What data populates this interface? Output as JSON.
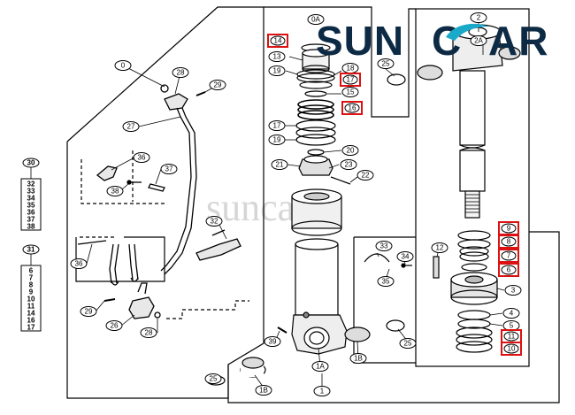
{
  "brand": {
    "logo_text_1": "SUN",
    "logo_text_2": "C",
    "logo_text_3": "AR",
    "watermark": "suncar",
    "logo_color": "#0d2a45",
    "accent_color": "#1aa9c9"
  },
  "legend_groups": [
    {
      "id": "30",
      "items": [
        "32",
        "33",
        "34",
        "35",
        "36",
        "37",
        "38"
      ]
    },
    {
      "id": "31",
      "items": [
        "6",
        "7",
        "8",
        "9",
        "10",
        "11",
        "14",
        "16",
        "17"
      ]
    }
  ],
  "callouts": [
    {
      "label": "0"
    },
    {
      "label": "28"
    },
    {
      "label": "29"
    },
    {
      "label": "27"
    },
    {
      "label": "36"
    },
    {
      "label": "37"
    },
    {
      "label": "38"
    },
    {
      "label": "32"
    },
    {
      "label": "36"
    },
    {
      "label": "29"
    },
    {
      "label": "26"
    },
    {
      "label": "28"
    },
    {
      "label": "0A"
    },
    {
      "label": "13"
    },
    {
      "label": "19"
    },
    {
      "label": "18"
    },
    {
      "label": "15"
    },
    {
      "label": "17"
    },
    {
      "label": "19"
    },
    {
      "label": "20"
    },
    {
      "label": "21"
    },
    {
      "label": "23"
    },
    {
      "label": "22"
    },
    {
      "label": "25"
    },
    {
      "label": "2"
    },
    {
      "label": "2A"
    },
    {
      "label": "12"
    },
    {
      "label": "33"
    },
    {
      "label": "34"
    },
    {
      "label": "35"
    },
    {
      "label": "3"
    },
    {
      "label": "4"
    },
    {
      "label": "5"
    },
    {
      "label": "25"
    },
    {
      "label": "39"
    },
    {
      "label": "1A"
    },
    {
      "label": "1B"
    },
    {
      "label": "1B"
    },
    {
      "label": "1"
    },
    {
      "label": "25"
    }
  ],
  "highlighted_callouts": [
    {
      "label": "14"
    },
    {
      "label": "17"
    },
    {
      "label": "16"
    },
    {
      "label": "9"
    },
    {
      "label": "8"
    },
    {
      "label": "7"
    },
    {
      "label": "6"
    },
    {
      "label": "11"
    },
    {
      "label": "10"
    }
  ]
}
